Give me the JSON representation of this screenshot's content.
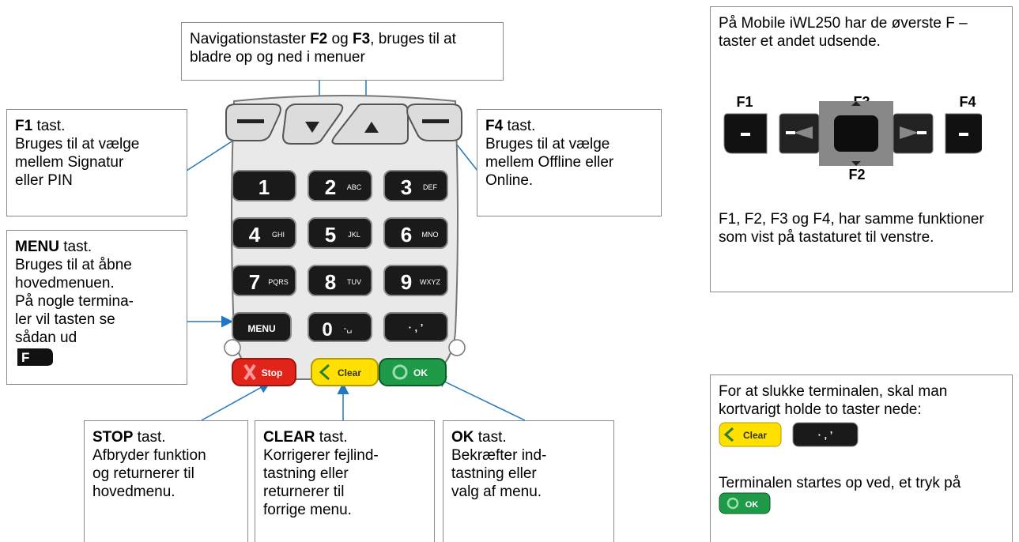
{
  "nav_callout": {
    "text_a": "Navigationstaster ",
    "key_a": "F2",
    "text_b": " og ",
    "key_b": "F3",
    "text_c": ", bruges til at bladre op og ned i menuer"
  },
  "f1_callout": {
    "key": "F1",
    "lines": [
      " tast.",
      "Bruges til at vælge",
      "mellem Signatur",
      "eller PIN"
    ]
  },
  "f4_callout": {
    "key": "F4",
    "lines": [
      " tast.",
      "Bruges til at vælge",
      "mellem Offline eller",
      "Online."
    ]
  },
  "menu_callout": {
    "key": "MENU",
    "lines": [
      " tast.",
      "Bruges til at åbne",
      "hovedmenuen.",
      "På nogle termina-",
      "ler vil tasten se",
      "sådan ud"
    ],
    "icon_letter": "F"
  },
  "stop_callout": {
    "key": "STOP",
    "lines": [
      " tast.",
      "Afbryder funktion",
      "og returnerer til",
      "hovedmenu."
    ]
  },
  "clear_callout": {
    "key": "CLEAR",
    "lines": [
      " tast.",
      "Korrigerer fejlind-",
      "tastning eller",
      "returnerer til",
      "forrige menu."
    ]
  },
  "ok_callout": {
    "key": "OK",
    "lines": [
      " tast.",
      "Bekræfter ind-",
      "tastning eller",
      "valg af menu."
    ]
  },
  "mobile_panel": {
    "intro": "På Mobile iWL250 har de øverste F –taster et andet udsende.",
    "labels": {
      "f1": "F1",
      "f3": "F3",
      "f4": "F4",
      "f2": "F2"
    },
    "footer": "F1, F2, F3 og F4, har samme funktioner som vist på tastaturet til venstre."
  },
  "power_panel": {
    "off_text": "For at slukke terminalen, skal man kortvarigt holde to taster nede:",
    "on_text": "Terminalen startes op ved, et tryk på",
    "clear_label": "Clear",
    "ok_label": "OK",
    "punct_label": "· , ’"
  },
  "keypad": {
    "keys": [
      {
        "num": "1",
        "sub": ""
      },
      {
        "num": "2",
        "sub": "ABC"
      },
      {
        "num": "3",
        "sub": "DEF"
      },
      {
        "num": "4",
        "sub": "GHI"
      },
      {
        "num": "5",
        "sub": "JKL"
      },
      {
        "num": "6",
        "sub": "MNO"
      },
      {
        "num": "7",
        "sub": "PQRS"
      },
      {
        "num": "8",
        "sub": "TUV"
      },
      {
        "num": "9",
        "sub": "WXYZ"
      }
    ],
    "menu_label": "MENU",
    "zero_label": "0",
    "zero_sub": "-␣",
    "punct_label": "· , ’",
    "stop_label": "Stop",
    "clear_label": "Clear",
    "ok_label": "OK"
  },
  "colors": {
    "stop": "#e2231a",
    "clear": "#ffe000",
    "ok": "#1f9a48",
    "line": "#1f78c1",
    "key": "#1a1a1a",
    "body": "#e9e9e9"
  }
}
